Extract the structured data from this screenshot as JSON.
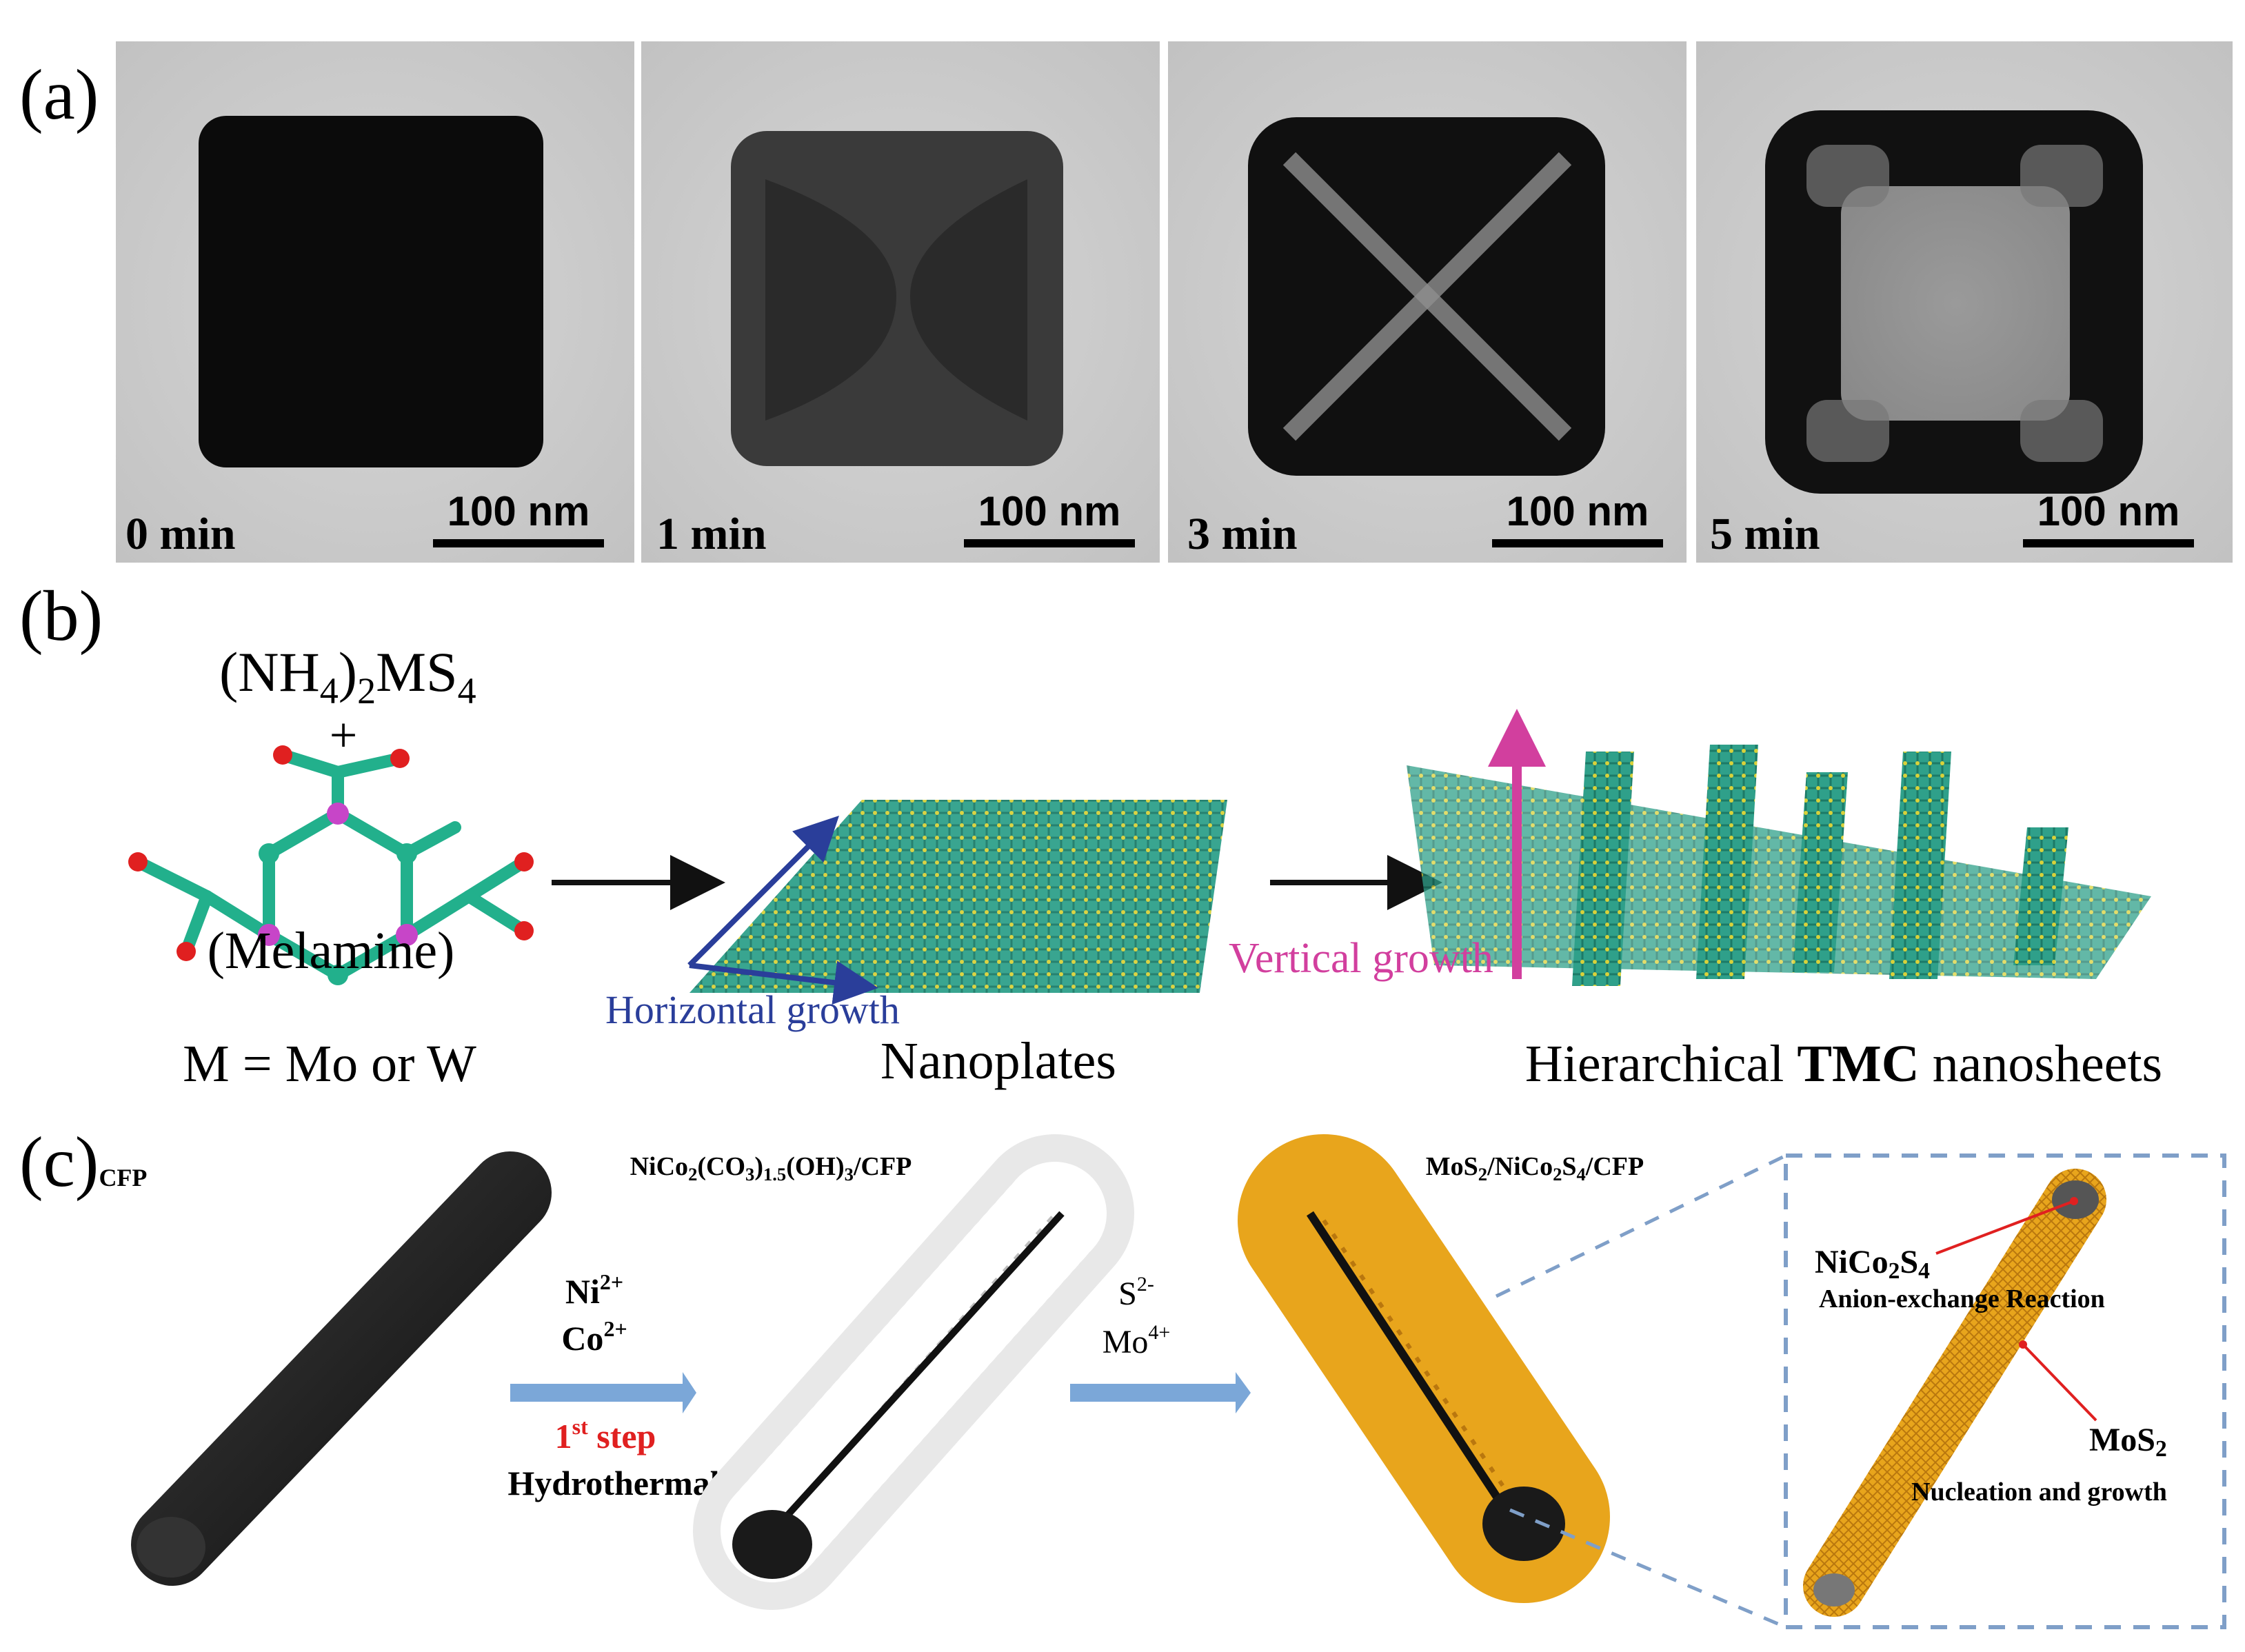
{
  "panel_a": {
    "label": "(a)",
    "frames": [
      {
        "time": "0 min",
        "scale": "100 nm"
      },
      {
        "time": "1 min",
        "scale": "100 nm"
      },
      {
        "time": "3 min",
        "scale": "100 nm"
      },
      {
        "time": "5 min",
        "scale": "100 nm"
      }
    ]
  },
  "panel_b": {
    "label": "(b)",
    "precursor_formula": "(NH4)2MS4",
    "plus": "+",
    "melamine": "(Melamine)",
    "m_def": "M = Mo or W",
    "horizontal_growth": "Horizontal growth",
    "nanoplates": "Nanoplates",
    "vertical_growth": "Vertical growth",
    "hier_prefix": "Hierarchical",
    "hier_bold": "TMC",
    "hier_suffix": "nanosheets"
  },
  "panel_c": {
    "label": "(c)",
    "cfp": "CFP",
    "step1_product": "NiCo2(CO3)1.5(OH)3/CFP",
    "step1_ion1": "Ni2+",
    "step1_ion2": "Co2+",
    "step1_num": "1",
    "step1_sup": "st",
    "step1_word": "step",
    "step1_method": "Hydrothermal",
    "step2_product": "MoS2/NiCo2S4/CFP",
    "step2_ion1": "S2-",
    "step2_ion2": "Mo4+",
    "nico2s4": "NiCo2S4",
    "anion_exchange": "Anion-exchange Reaction",
    "mos2": "MoS2",
    "nucleation": "Nucleation and growth"
  },
  "colors": {
    "sheet_green": "#2fa08a",
    "atom_yellow": "#d8d23a",
    "blue_arrow": "#2a3e9a",
    "pink_arrow": "#d23f9e",
    "orange": "#e8a51c",
    "cfp_black": "#1a1a1a",
    "process_arrow": "#7ba7d8",
    "red_text": "#e02020",
    "dash_box": "#7f9fc8"
  }
}
